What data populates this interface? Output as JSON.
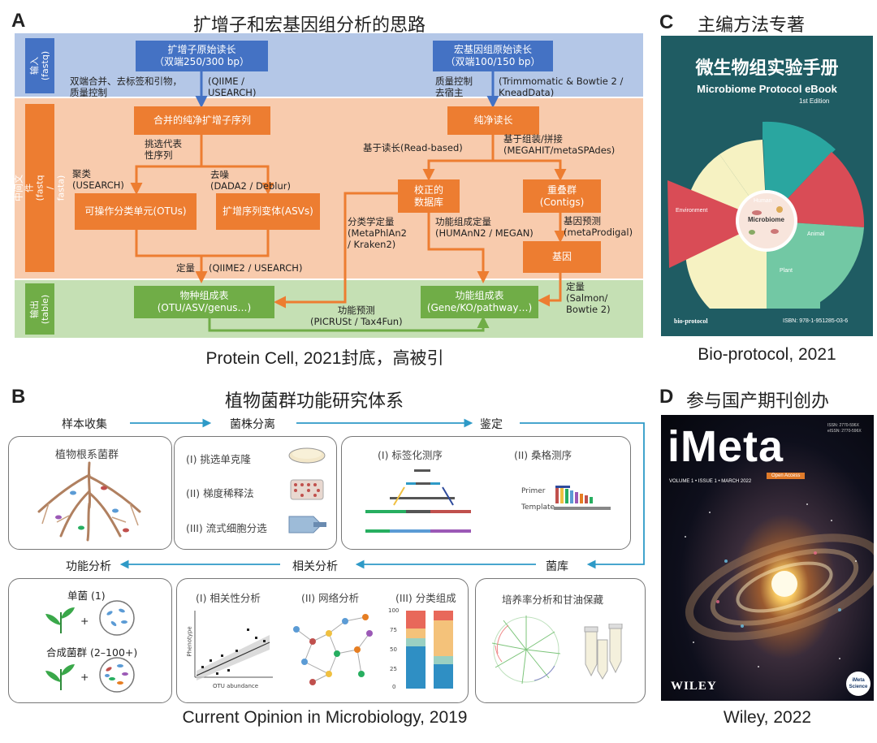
{
  "panel_a": {
    "label": "A",
    "title": "扩增子和宏基因组分析的思路",
    "bands": {
      "input": "输入\n(fastq)",
      "middle": "中间文件\n(fastq / fasta)",
      "output": "输出\n(table)"
    },
    "boxes": {
      "amplicon_raw": "扩增子原始读长\n（双端250/300 bp）",
      "meta_raw": "宏基因组原始读长\n（双端100/150 bp）",
      "merged": "合并的纯净扩增子序列",
      "clean": "纯净读长",
      "otu": "可操作分类单元(OTUs)",
      "asv": "扩增序列变体(ASVs)",
      "db": "校正的\n数据库",
      "contigs": "重叠群\n(Contigs)",
      "gene": "基因",
      "species": "物种组成表\n(OTU/ASV/genus…)",
      "function": "功能组成表\n(Gene/KO/pathway…)"
    },
    "notes": {
      "merge": "双端合并、去标签和引物，\n质量控制",
      "qiime": "(QIIME /\nUSEARCH)",
      "qc": "质量控制\n去宿主",
      "trim": "(Trimmomatic & Bowtie 2 /\nKneadData)",
      "pick": "挑选代表\n性序列",
      "cluster": "聚类\n(USEARCH)",
      "denoise": "去噪\n(DADA2 / Deblur)",
      "readbased": "基于读长(Read-based)",
      "assembly": "基于组装/拼接\n(MEGAHIT/metaSPAdes)",
      "taxquant": "分类学定量\n(MetaPhlAn2\n/ Kraken2)",
      "funcquant": "功能组成定量\n(HUMAnN2 / MEGAN)",
      "genepred": "基因预测\n(metaProdigal)",
      "quant": "定量",
      "qiime2": "(QIIME2 / USEARCH)",
      "quant2": "定量\n(Salmon/\nBowtie 2)",
      "picrust": "功能预测\n(PICRUSt / Tax4Fun)"
    },
    "caption": "Protein Cell, 2021封底，高被引"
  },
  "panel_b": {
    "label": "B",
    "title": "植物菌群功能研究体系",
    "steps": {
      "collect": "样本收集",
      "isolate": "菌株分离",
      "identify": "鉴定",
      "library": "菌库",
      "correlate": "相关分析",
      "function": "功能分析"
    },
    "boxes": {
      "root": "植物根系菌群",
      "pick": "(I) 挑选单克隆",
      "dilute": "(II) 梯度稀释法",
      "flow": "(III) 流式细胞分选",
      "barcode": "(I) 标签化测序",
      "sanger": "(II) 桑格测序",
      "primer": "Primer",
      "template": "Template",
      "single": "单菌 (1)",
      "synthetic": "合成菌群 (2–100+)",
      "plus": "+",
      "corr": "(I) 相关性分析",
      "network": "(II) 网络分析",
      "taxa": "(III) 分类组成",
      "culture": "培养率分析和甘油保藏",
      "phenotype": "Phenotype",
      "otu_abundance": "OTU abundance",
      "ticks": [
        "100",
        "75",
        "50",
        "25",
        "0"
      ]
    },
    "caption": "Current Opinion in Microbiology, 2019"
  },
  "panel_c": {
    "label": "C",
    "title": "主编方法专著",
    "cover_title": "微生物组实验手册",
    "cover_sub": "Microbiome Protocol eBook",
    "edition": "1st Edition",
    "sectors": {
      "human": "Human",
      "animal": "Animal",
      "plant": "Plant",
      "environment": "Environment",
      "center": "Microbiome"
    },
    "publisher": "bio-protocol",
    "isbn": "ISBN: 978-1-951285-03-6",
    "caption": "Bio-protocol, 2021"
  },
  "panel_d": {
    "label": "D",
    "title": "参与国产期刊创办",
    "cover_title": "iMeta",
    "open_access": "Open Access",
    "volume": "VOLUME 1 • ISSUE 1 • MARCH 2022",
    "issn": "ISSN: 2770-596X\neISSN: 2770-596X",
    "publisher": "WILEY",
    "badge": "iMeta\nScience",
    "caption": "Wiley, 2022"
  },
  "colors": {
    "blue": "#4472c4",
    "orange": "#ed7d31",
    "green": "#70ad47",
    "arrow_b": "#2e9ac7"
  }
}
